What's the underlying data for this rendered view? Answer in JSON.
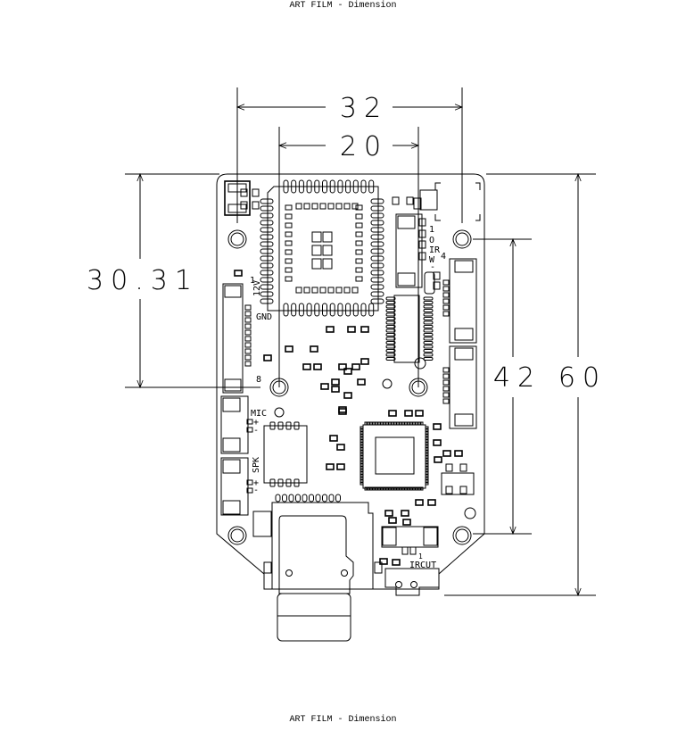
{
  "header": {
    "title": "ART FILM - Dimension"
  },
  "footer": {
    "title": "ART FILM - Dimension"
  },
  "dimensions": {
    "width_outer": "32",
    "width_inner": "20",
    "height_left": "30.31",
    "height_hole_span": "42",
    "height_total": "60"
  },
  "silkscreen": {
    "pin1_left": "1",
    "v12": "12V",
    "gnd": "GND",
    "pin8": "8",
    "mic": "MIC",
    "mic_plus": "+",
    "mic_minus": "-",
    "spk": "SPK",
    "spk_plus": "+",
    "spk_minus": "-",
    "ir_pin1": "1",
    "ir_o": "O",
    "ir_ir": "IR",
    "ir_w": "W",
    "ir_pin4": "4",
    "ir_dash": "-",
    "ircut": "IRCUT",
    "ircut_pin1": "1"
  }
}
